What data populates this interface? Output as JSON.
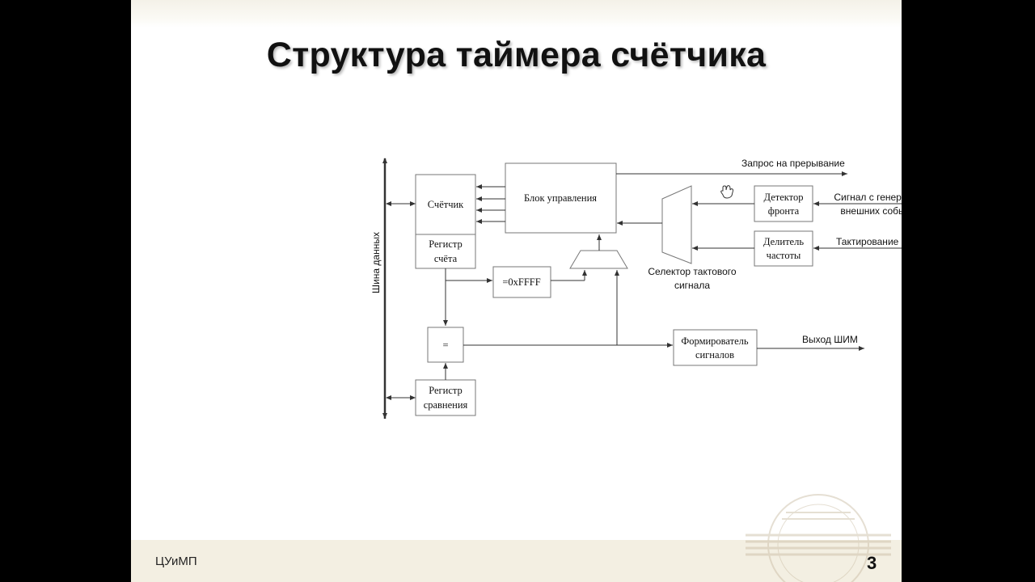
{
  "slide": {
    "title": "Структура таймера счётчика",
    "footer_left": "ЦУиМП",
    "page_number": "3"
  },
  "diagram": {
    "bus_label": "Шина данных",
    "counter_label": "Счётчик",
    "count_register": [
      "Регистр",
      "счёта"
    ],
    "control_block": "Блок управления",
    "ffff_box": "=0xFFFF",
    "equal_box": "=",
    "compare_register": [
      "Регистр",
      "сравнения"
    ],
    "edge_detector": [
      "Детектор",
      "фронта"
    ],
    "freq_divider": [
      "Делитель",
      "частоты"
    ],
    "selector_label": [
      "Селектор тактового",
      "сигнала"
    ],
    "interrupt_request": "Запрос на прерывание",
    "external_events": [
      "Сигнал с генератора",
      "внешних событий"
    ],
    "mk_clock": "Тактирование МК",
    "signal_former": [
      "Формирователь",
      "сигналов"
    ],
    "pwm_output": "Выход ШИМ"
  },
  "colors": {
    "background": "#000000",
    "slide": "#ffffff",
    "bottom_band": "#f3efe2",
    "line": "#333333",
    "box_border": "#777777"
  },
  "icons": [
    "hand-cursor-icon",
    "university-seal-watermark"
  ]
}
